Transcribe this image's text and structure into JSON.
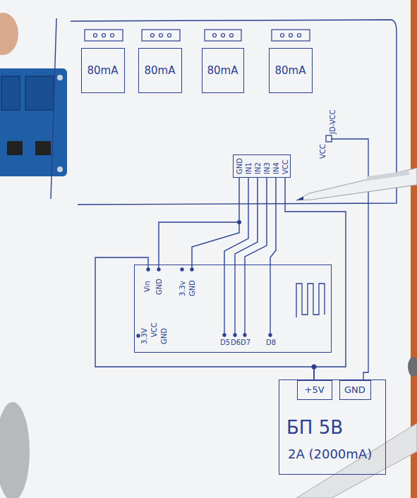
{
  "diagram": {
    "nodes": [
      {
        "text": [
          "80mA"
        ]
      },
      {
        "text": [
          "80mA"
        ]
      },
      {
        "text": [
          "80mA"
        ]
      },
      {
        "text": [
          "80mA"
        ]
      },
      {
        "text": [
          "GND",
          "IN1",
          "IN2",
          "IN3",
          "IN4",
          "VCC"
        ]
      },
      {
        "text": [
          "Vin",
          "GND",
          "3.3v",
          "GND",
          "3.3V",
          "VCC",
          "GND",
          "D5",
          "D6",
          "D7",
          "D8"
        ]
      },
      {
        "text": [
          "БП 5В",
          "2A (2000mA)"
        ]
      },
      {
        "text": [
          "+5V"
        ],
        "in": 6
      },
      {
        "text": [
          "GND"
        ],
        "in": 6
      }
    ],
    "edges": [
      {
        "from": 4,
        "to": 5,
        "arrow": "none"
      },
      {
        "from": 4,
        "to": 5,
        "arrow": "none"
      },
      {
        "from": 4,
        "to": 5,
        "arrow": "none"
      },
      {
        "from": 4,
        "to": 5,
        "arrow": "none"
      },
      {
        "from": 4,
        "to": 5,
        "arrow": "none"
      },
      {
        "from": 4,
        "to": 7,
        "arrow": "none"
      },
      {
        "from": 7,
        "to": 5,
        "arrow": "none"
      }
    ],
    "labels": [
      "VCC",
      "JD-VCC"
    ]
  }
}
